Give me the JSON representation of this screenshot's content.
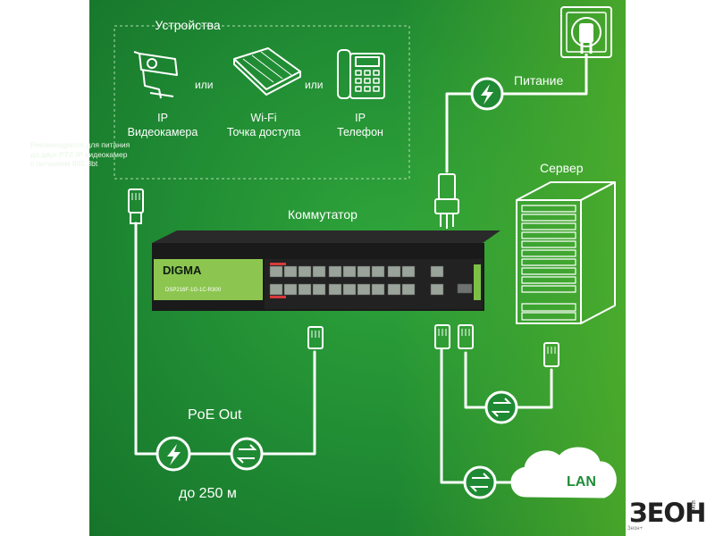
{
  "devices": {
    "title": "Устройства",
    "or_label": "или",
    "items": [
      {
        "line1": "IP",
        "line2": "Видеокамера",
        "icon": "ip-camera-icon"
      },
      {
        "line1": "Wi-Fi",
        "line2": "Точка доступа",
        "icon": "wifi-access-point-icon"
      },
      {
        "line1": "IP",
        "line2": "Телефон",
        "icon": "ip-phone-icon"
      }
    ],
    "note": [
      "Рекомендуется для питания",
      "до двух PTZ IP видеокамер",
      "с питанием 802.3bt"
    ]
  },
  "power_label": "Питание",
  "server_label": "Сервер",
  "switch": {
    "label": "Коммутатор",
    "brand": "DIGMA",
    "model": "DSP216F-1G-1C-R300"
  },
  "poe_out_label": "PoE Out",
  "distance_label": "до 250 м",
  "lan_label": "LAN",
  "watermark": {
    "brand": "ЗЕОН",
    "side": "store",
    "sub": "Зеон+"
  },
  "colors": {
    "background": "#1f8a33",
    "accent_light": "#7fd03c",
    "line": "#ffffff",
    "switch_body": "#1c1c1c",
    "switch_face": "#86c34a"
  }
}
